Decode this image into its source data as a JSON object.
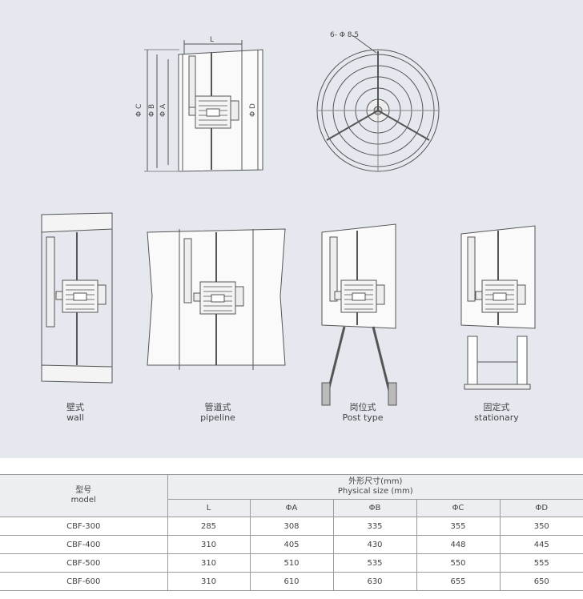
{
  "drawing": {
    "labels": {
      "L": "L",
      "phi_a": "Φ A",
      "phi_b": "Φ B",
      "phi_c": "Φ C",
      "phi_d": "Φ D",
      "holes": "6- Φ 8.5"
    },
    "captions": [
      {
        "zh": "壁式",
        "en": "wall"
      },
      {
        "zh": "管道式",
        "en": "pipeline"
      },
      {
        "zh": "岗位式",
        "en": "Post type"
      },
      {
        "zh": "固定式",
        "en": "stationary"
      }
    ]
  },
  "table": {
    "model_zh": "型号",
    "model_en": "model",
    "group_zh": "外形尺寸(mm)",
    "group_en": "Physical size (mm)",
    "columns": [
      "L",
      "ΦA",
      "ΦB",
      "ΦC",
      "ΦD"
    ],
    "rows": [
      {
        "model": "CBF-300",
        "values": [
          "285",
          "308",
          "335",
          "355",
          "350"
        ]
      },
      {
        "model": "CBF-400",
        "values": [
          "310",
          "405",
          "430",
          "448",
          "445"
        ]
      },
      {
        "model": "CBF-500",
        "values": [
          "310",
          "510",
          "535",
          "550",
          "555"
        ]
      },
      {
        "model": "CBF-600",
        "values": [
          "310",
          "610",
          "630",
          "655",
          "650"
        ]
      }
    ]
  }
}
